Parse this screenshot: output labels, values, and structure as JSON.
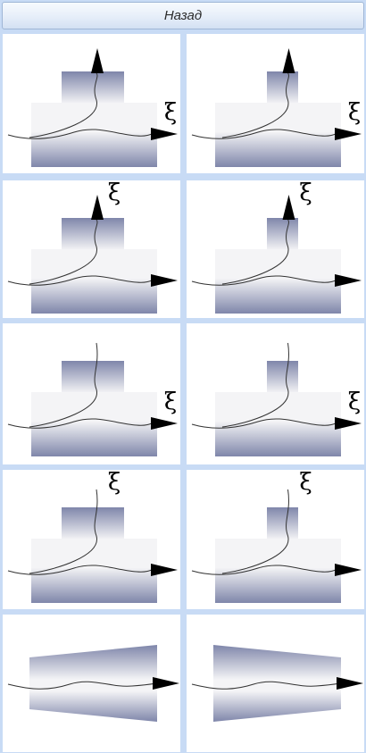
{
  "header": {
    "back_label": "Назад"
  },
  "symbol": "ξ",
  "colors": {
    "background": "#c8dbf5",
    "cell": "#ffffff",
    "shape_light": "#f4f4f6",
    "shape_dark": "#7f86aa",
    "line": "#333333",
    "arrow": "#000000"
  },
  "cells": [
    {
      "shape": "tee-wide",
      "symbol_pos": "right"
    },
    {
      "shape": "tee-narrow",
      "symbol_pos": "right"
    },
    {
      "shape": "tee-wide",
      "symbol_pos": "top"
    },
    {
      "shape": "tee-narrow",
      "symbol_pos": "top"
    },
    {
      "shape": "tee-wide",
      "symbol_pos": "right",
      "open_branch": true
    },
    {
      "shape": "tee-narrow",
      "symbol_pos": "right",
      "open_branch": true
    },
    {
      "shape": "tee-wide",
      "symbol_pos": "top",
      "open_branch": true
    },
    {
      "shape": "tee-narrow",
      "symbol_pos": "top",
      "open_branch": true
    },
    {
      "shape": "diffuser"
    },
    {
      "shape": "confuser"
    }
  ]
}
